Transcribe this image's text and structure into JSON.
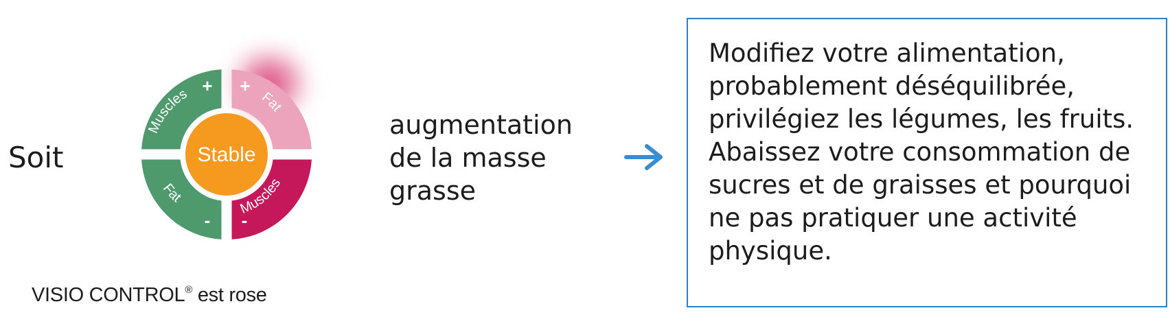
{
  "intro": "Soit",
  "dial": {
    "center": "Stable",
    "top_left": {
      "label": "Muscles",
      "sign": "+"
    },
    "top_right": {
      "label": "Fat",
      "sign": "+"
    },
    "bottom_left": {
      "label": "Fat",
      "sign": "-"
    },
    "bottom_right": {
      "label": "Muscles",
      "sign": "-"
    },
    "colors": {
      "green": "#4f9a6d",
      "light_pink": "#e99bb5",
      "magenta": "#c5185a",
      "orange": "#f59a1f",
      "glow": "#d83c77"
    }
  },
  "caption": {
    "name": "VISIO CONTROL",
    "mark": "®",
    "rest": " est rose"
  },
  "result": "augmentation de la masse grasse",
  "arrow": {
    "icon": "arrow-right-icon",
    "color": "#3a8cd0"
  },
  "advice": {
    "text": "Modifiez votre alimentation, probablement déséquilibrée, privilégiez les légumes, les fruits. Abaissez votre consommation de sucres et de graisses et pourquoi ne pas pratiquer une activité physique.",
    "border_color": "#2d7fc1"
  }
}
